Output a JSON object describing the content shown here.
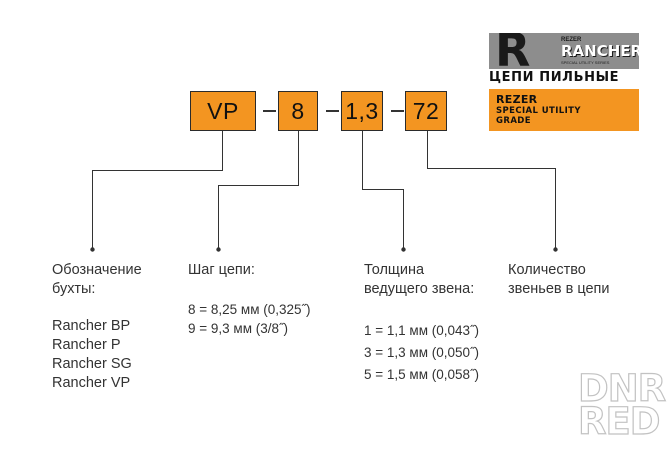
{
  "logo": {
    "rancher_mark": "R",
    "rancher_small": "REZER",
    "rancher_big": "RANCHER",
    "rancher_sub": "SPECIAL UTILITY SERIES",
    "chains_title": "ЦЕПИ ПИЛЬНЫЕ",
    "rezer_line1": "REZER",
    "rezer_line2": "SPECIAL UTILITY",
    "rezer_line3": "GRADE"
  },
  "code": {
    "parts": [
      "VP",
      "8",
      "1,3",
      "72"
    ],
    "box_color": "#f39521"
  },
  "columns": [
    {
      "heading": [
        "Обозначение",
        "бухты:"
      ],
      "items": [
        "Rancher BP",
        "Rancher P",
        "Rancher SG",
        "Rancher VP"
      ]
    },
    {
      "heading": [
        "Шаг цепи:"
      ],
      "items": [
        "8 = 8,25 мм (0,325˝)",
        "9 = 9,3 мм (3/8˝)"
      ]
    },
    {
      "heading": [
        "Толщина",
        "ведущего звена:"
      ],
      "items": [
        "1 = 1,1 мм (0,043˝)",
        "3 = 1,3 мм (0,050˝)",
        "5 = 1,5 мм (0,058˝)"
      ]
    },
    {
      "heading": [
        "Количество",
        "звеньев в цепи"
      ],
      "items": []
    }
  ],
  "watermark": [
    "DNR",
    "RED"
  ]
}
